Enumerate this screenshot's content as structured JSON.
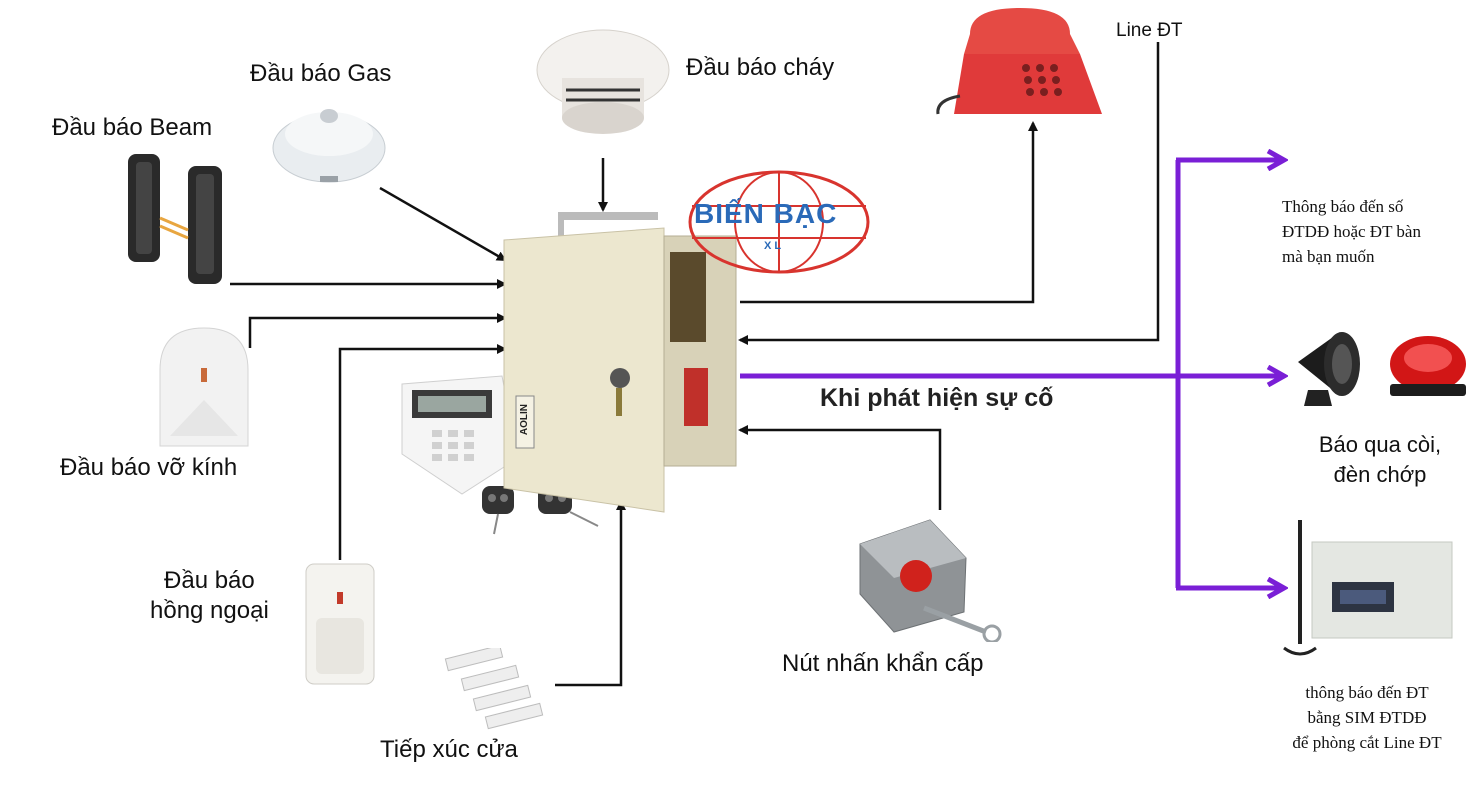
{
  "brand": {
    "name": "BIẾN BẠC",
    "sub": "X  L"
  },
  "panel": {
    "label": "AOLIN"
  },
  "inputs": {
    "beam": "Đầu báo Beam",
    "gas": "Đầu báo Gas",
    "fire": "Đầu báo cháy",
    "glass": "Đầu báo vỡ kính",
    "pir": [
      "Đầu báo",
      "hồng ngoại"
    ],
    "door": "Tiếp xúc cửa",
    "panic": "Nút nhấn khẩn cấp"
  },
  "phone_line": "Line ĐT",
  "event_caption": "Khi phát hiện sự cố",
  "outputs": {
    "notify_phone": [
      "Thông báo đến số",
      "ĐTDĐ hoặc ĐT bàn",
      "mà bạn muốn"
    ],
    "siren": [
      "Báo qua còi,",
      "đèn chớp"
    ],
    "sim": [
      "thông báo đến ĐT",
      "bằng SIM ĐTDĐ",
      "để phòng cắt Line ĐT"
    ]
  },
  "colors": {
    "flow_arrow": "#7a1fd6",
    "phone": "#e03a3a",
    "panel": "#ece7cf",
    "brand_red": "#d8342e",
    "brand_blue": "#2a6ab8"
  }
}
